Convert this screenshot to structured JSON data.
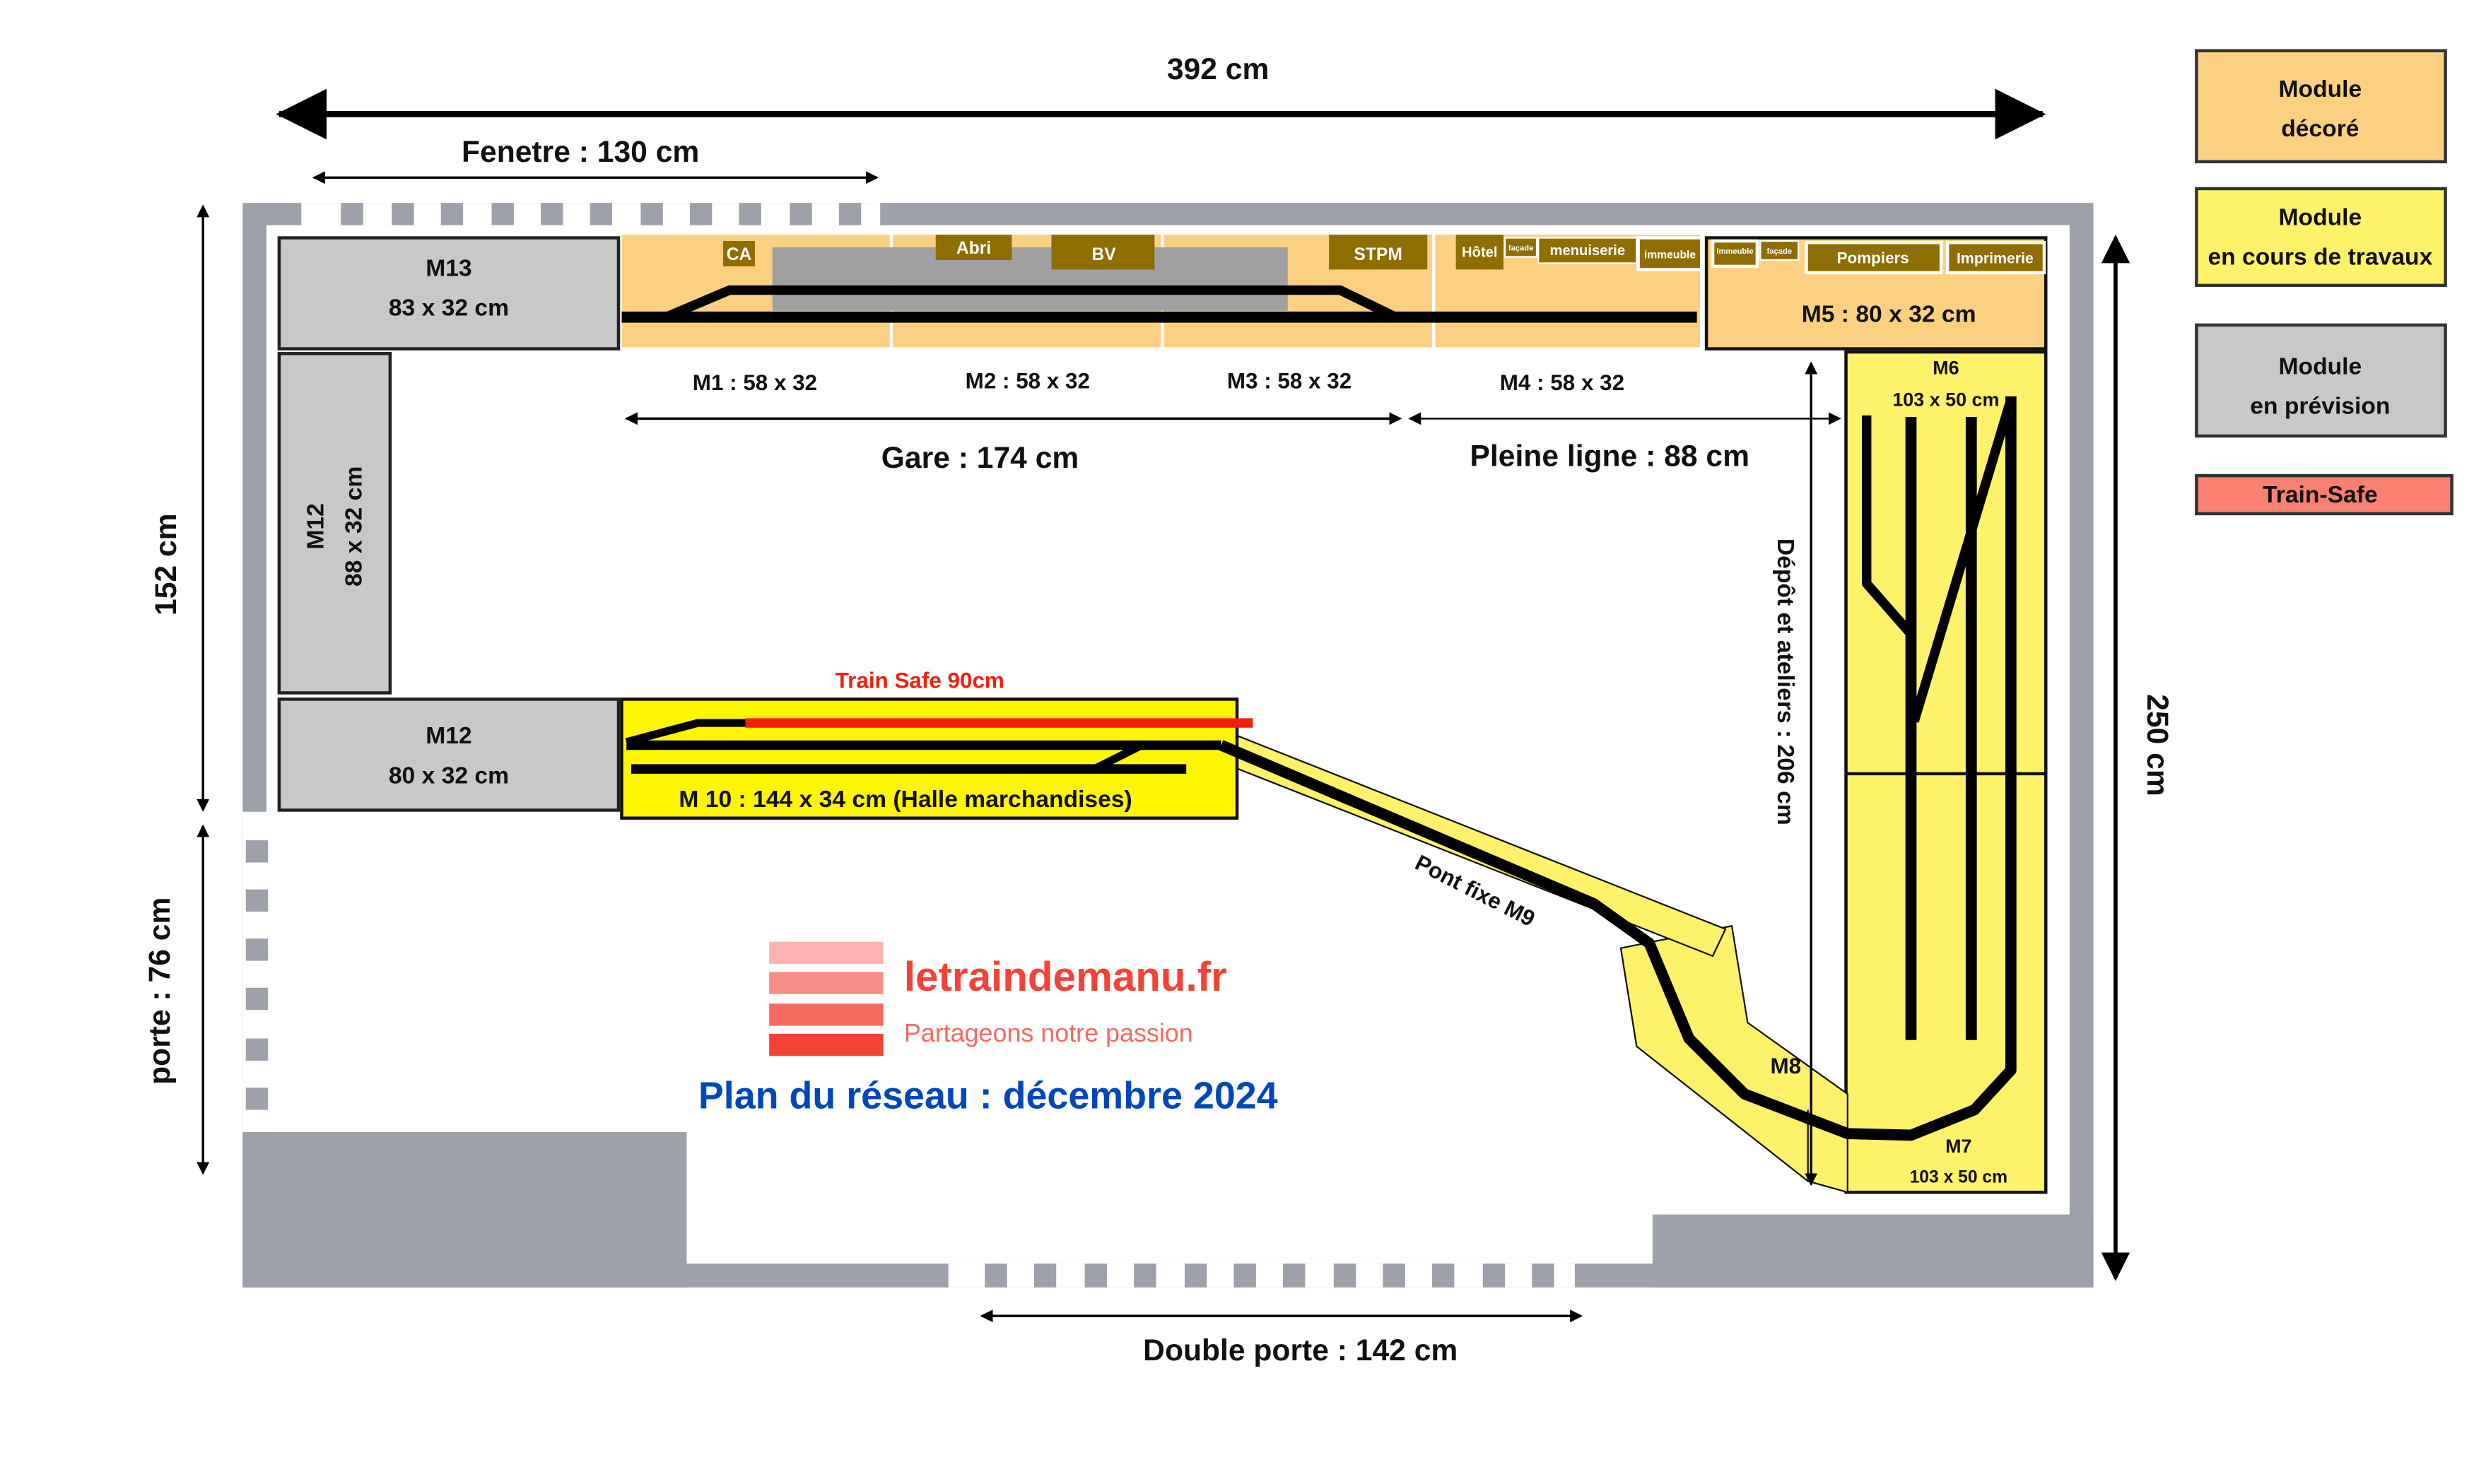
{
  "dimensions": {
    "total_width": "392 cm",
    "window": "Fenetre : 130 cm",
    "left_height": "152 cm",
    "door": "porte  : 76 cm",
    "right_height": "250 cm",
    "double_door": "Double porte  : 142 cm",
    "station": "Gare  : 174 cm",
    "full_line": "Pleine ligne : 88 cm",
    "depot": "Dépôt et ateliers : 206 cm"
  },
  "modules": {
    "m13": {
      "name": "M13",
      "size": "83 x 32 cm"
    },
    "m12_vertical": {
      "name": "M12",
      "size": "88 x 32 cm"
    },
    "m12_lower": {
      "name": "M12",
      "size": "80 x 32 cm"
    },
    "m1": "M1 : 58 x 32",
    "m2": "M2 : 58 x 32",
    "m3": "M3 : 58 x 32",
    "m4": "M4 : 58 x 32",
    "m5": "M5  :  80 x 32 cm",
    "m6": {
      "name": "M6",
      "size": "103 x 50 cm"
    },
    "m7": {
      "name": "M7",
      "size": "103 x 50 cm"
    },
    "m8": "M8",
    "m9": "Pont fixe M9",
    "m10": "M 10  :  144 x 34 cm (Halle marchandises)",
    "train_safe": "Train Safe 90cm"
  },
  "buildings": {
    "ca": "CA",
    "abri": "Abri",
    "bv": "BV",
    "stpm": "STPM",
    "hotel": "Hôtel",
    "facade1": "façade",
    "menuiserie": "menuiserie",
    "immeuble1": "immeuble",
    "immeuble2": "immeuble",
    "facade2": "façade",
    "pompiers": "Pompiers",
    "imprimerie": "Imprimerie"
  },
  "logo": {
    "site": "letraindemanu.fr",
    "tagline": "Partageons notre passion",
    "title": "Plan du réseau : décembre 2024"
  },
  "legend": [
    {
      "line1": "Module",
      "line2": "décoré",
      "color": "#fdd081"
    },
    {
      "line1": "Module",
      "line2": "en cours de travaux",
      "color": "#fef26a"
    },
    {
      "line1": "Module",
      "line2": "en prévision",
      "color": "#c8c8c8"
    },
    {
      "line1": "Train-Safe",
      "color": "#fa8072"
    }
  ],
  "colors": {
    "wall": "#9ea1aa",
    "decorated": "#fdd081",
    "in_progress": "#fef26a",
    "planned": "#c8c8c8",
    "train_safe": "#f21f0c",
    "building": "#8f6d00",
    "title": "#0047bb",
    "brand": "#f44336"
  }
}
